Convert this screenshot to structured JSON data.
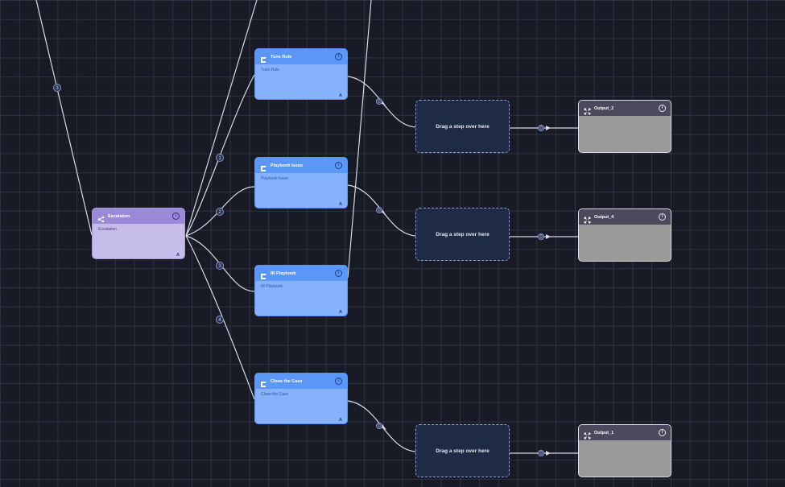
{
  "canvas": {
    "nodes": {
      "escalation": {
        "title": "Escalation",
        "subtitle": "Escalation",
        "icon": "branch-icon",
        "corner": "A"
      },
      "tune_rule": {
        "title": "Tune Rule",
        "subtitle": "Tune Rule",
        "icon": "playbook-icon",
        "corner": "A"
      },
      "playbook_issue": {
        "title": "Playbook Issue",
        "subtitle": "Playbook Issue",
        "icon": "playbook-icon",
        "corner": "A"
      },
      "ir_playbook": {
        "title": "IR Playbook",
        "subtitle": "IR Playbook",
        "icon": "playbook-icon",
        "corner": "A"
      },
      "close_case": {
        "title": "Close the Case",
        "subtitle": "Close the Case",
        "icon": "playbook-icon",
        "corner": "A"
      },
      "output_2": {
        "title": "Output_2",
        "icon": "expand-icon"
      },
      "output_4": {
        "title": "Output_4",
        "icon": "expand-icon"
      },
      "output_1": {
        "title": "Output_1",
        "icon": "expand-icon"
      }
    },
    "info_glyph": "i",
    "drop_zone_label": "Drag a step over here",
    "connectors": {
      "branch_1": "1",
      "branch_2": "2",
      "branch_3": "3",
      "branch_4": "4",
      "top_left": "3",
      "outputs": "0"
    }
  },
  "colors": {
    "background": "#181a25",
    "condition_node": "#9a89d6",
    "playbook_node": "#5b97f7",
    "output_node_header": "#4a4a5c",
    "drop_zone": "#1f2a45"
  }
}
